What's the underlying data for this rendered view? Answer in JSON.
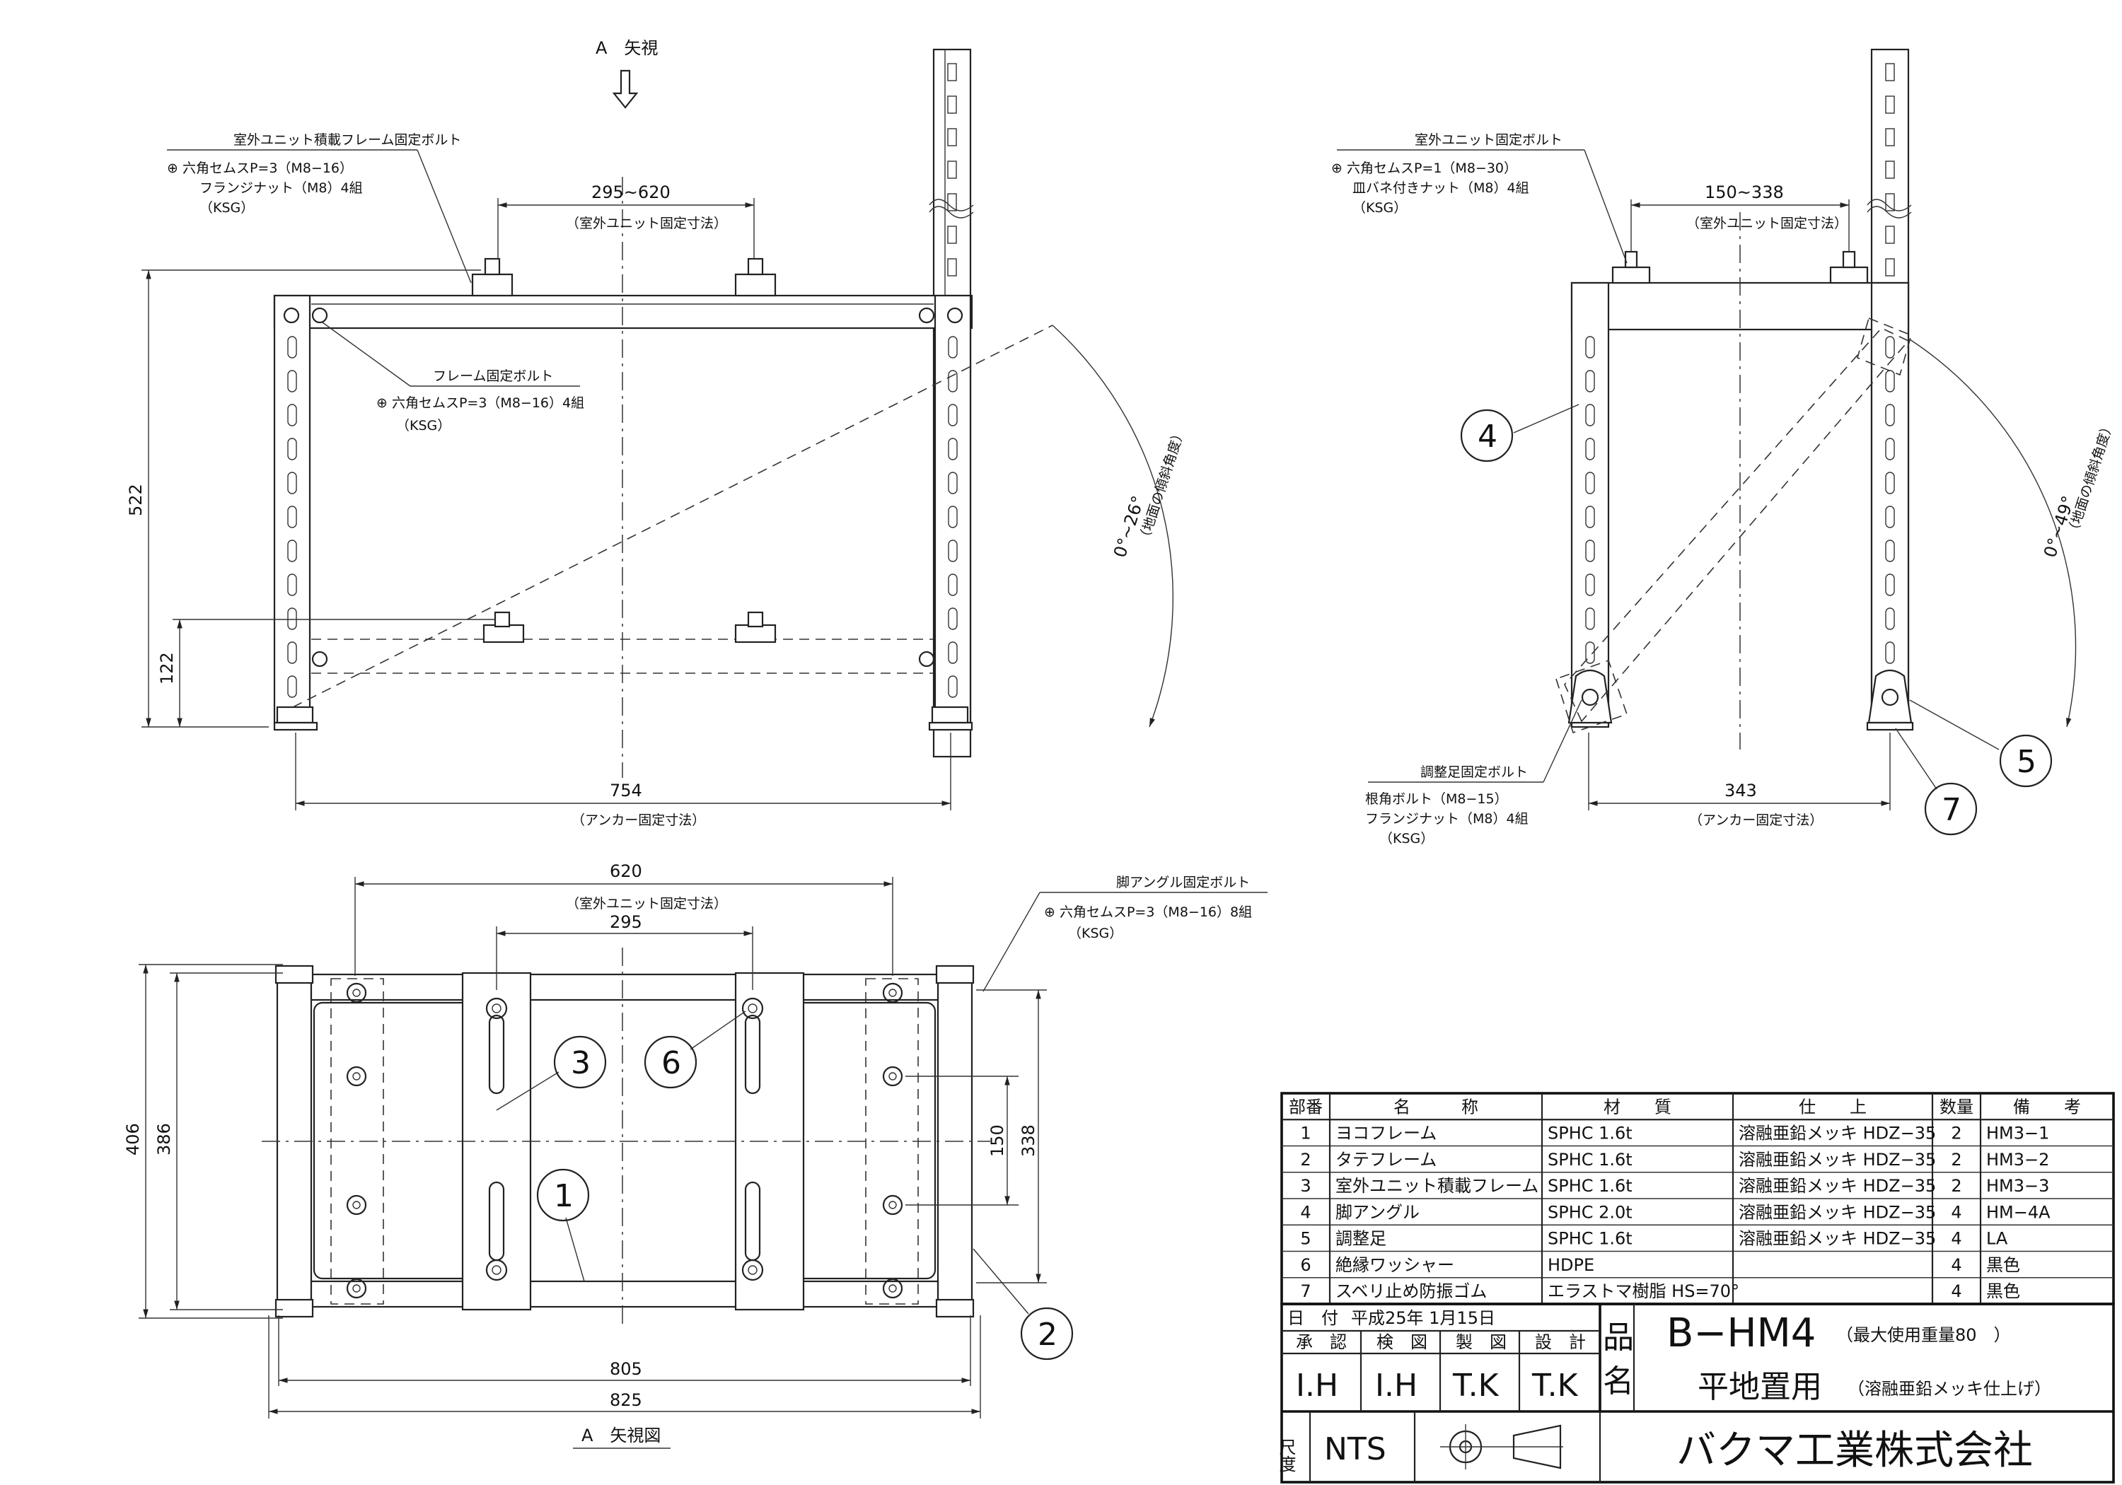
{
  "view_a_arrow": "A　矢視",
  "front_view": {
    "unit_bolt_note": {
      "title": "室外ユニット積載フレーム固定ボルト",
      "line1": "⊕ 六角セムスP=3（M8−16）",
      "line2": "フランジナット（M8）4組",
      "line3": "（KSG）"
    },
    "frame_bolt_note": {
      "title": "フレーム固定ボルト",
      "line1": "⊕ 六角セムスP=3（M8−16）4組",
      "line2": "（KSG）"
    },
    "dim_unit_range": "295~620",
    "dim_unit_label": "（室外ユニット固定寸法）",
    "dim_height": "522",
    "dim_lower": "122",
    "dim_anchor": "754",
    "dim_anchor_label": "（アンカー固定寸法）",
    "angle": "0°~26°",
    "angle_note": "（地面の傾斜角度）"
  },
  "side_view": {
    "unit_bolt_note": {
      "title": "室外ユニット固定ボルト",
      "line1": "⊕ 六角セムスP=1（M8−30）",
      "line2": "皿バネ付きナット（M8）4組",
      "line3": "（KSG）"
    },
    "dim_unit_range": "150~338",
    "dim_unit_label": "（室外ユニット固定寸法）",
    "adjust_note": {
      "title": "調整足固定ボルト",
      "line1": "根角ボルト（M8−15）",
      "line2": "フランジナット（M8）4組",
      "line3": "（KSG）"
    },
    "dim_anchor": "343",
    "dim_anchor_label": "（アンカー固定寸法）",
    "angle": "0°~49°",
    "angle_note": "（地面の傾斜角度）",
    "balloons": [
      "4",
      "5",
      "7"
    ]
  },
  "plan_view": {
    "dim_620": "620",
    "dim_unit_label": "（室外ユニット固定寸法）",
    "dim_295": "295",
    "leg_bolt_note": {
      "title": "脚アングル固定ボルト",
      "line1": "⊕ 六角セムスP=3（M8−16）8組",
      "line2": "（KSG）"
    },
    "dim_406": "406",
    "dim_386": "386",
    "dim_150": "150",
    "dim_338": "338",
    "dim_805": "805",
    "dim_825": "825",
    "caption": "A　矢視図",
    "balloons": [
      "3",
      "6",
      "1",
      "2"
    ]
  },
  "parts_table": {
    "headers": [
      "部番",
      "名　　　称",
      "材　　質",
      "仕　　上",
      "数量",
      "備　　考"
    ],
    "rows": [
      [
        "1",
        "ヨコフレーム",
        "SPHC 1.6t",
        "溶融亜鉛メッキ HDZ−35",
        "2",
        "HM3−1"
      ],
      [
        "2",
        "タテフレーム",
        "SPHC 1.6t",
        "溶融亜鉛メッキ HDZ−35",
        "2",
        "HM3−2"
      ],
      [
        "3",
        "室外ユニット積載フレーム",
        "SPHC 1.6t",
        "溶融亜鉛メッキ HDZ−35",
        "2",
        "HM3−3"
      ],
      [
        "4",
        "脚アングル",
        "SPHC 2.0t",
        "溶融亜鉛メッキ HDZ−35",
        "4",
        "HM−4A"
      ],
      [
        "5",
        "調整足",
        "SPHC 1.6t",
        "溶融亜鉛メッキ HDZ−35",
        "4",
        "LA"
      ],
      [
        "6",
        "絶縁ワッシャー",
        "HDPE",
        "",
        "4",
        "黒色"
      ],
      [
        "7",
        "スベリ止め防振ゴム",
        "エラストマ樹脂 HS=70°",
        "",
        "4",
        "黒色"
      ]
    ]
  },
  "title_block": {
    "date_label": "日　付",
    "date_value": "平成25年 1月15日",
    "roles": [
      "承　認",
      "検　図",
      "製　図",
      "設　計"
    ],
    "signers": [
      "I.H",
      "I.H",
      "T.K",
      "T.K"
    ],
    "hin": "品",
    "mei": "名",
    "model": "B−HM4",
    "max_load": "（最大使用重量80　）",
    "usage": "平地置用",
    "finish": "（溶融亜鉛メッキ仕上げ）",
    "scale_label": "尺度",
    "scale_value": "NTS",
    "company": "バクマ工業株式会社"
  }
}
